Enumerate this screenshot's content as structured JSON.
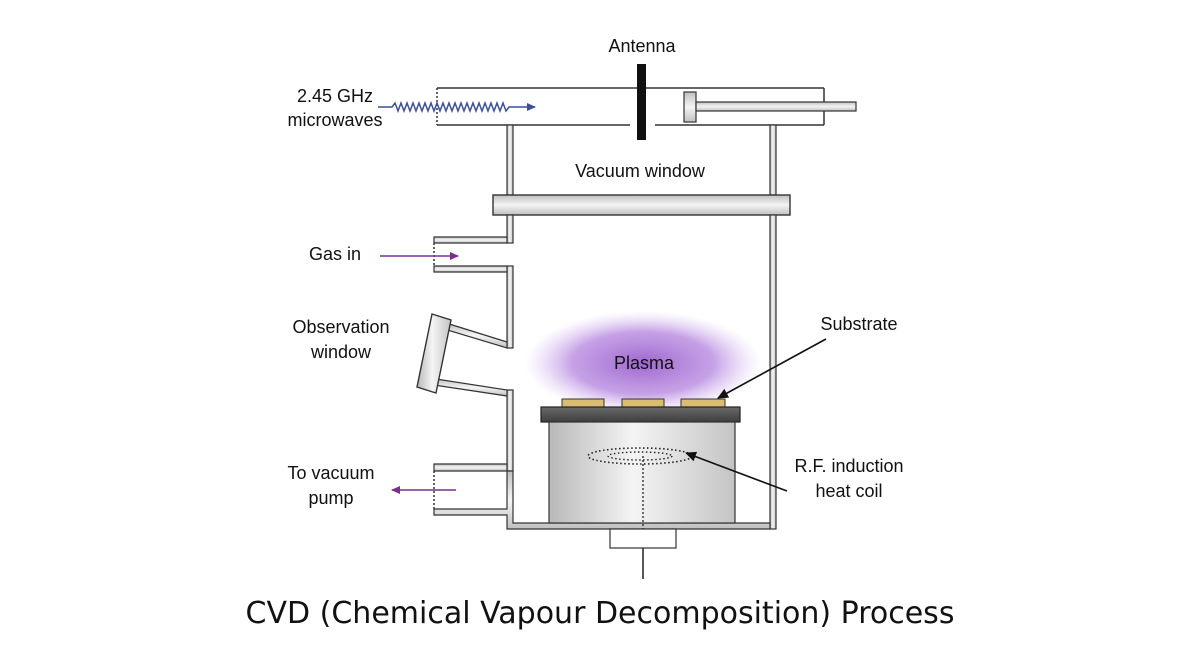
{
  "labels": {
    "antenna": "Antenna",
    "microwaves_line1": "2.45 GHz",
    "microwaves_line2": "microwaves",
    "vacuum_window": "Vacuum window",
    "gas_in": "Gas in",
    "observation_line1": "Observation",
    "observation_line2": "window",
    "substrate": "Substrate",
    "plasma": "Plasma",
    "rf_line1": "R.F. induction",
    "rf_line2": "heat coil",
    "vacuum_pump_line1": "To vacuum",
    "vacuum_pump_line2": "pump"
  },
  "caption": "CVD (Chemical Vapour Decomposition) Process",
  "colors": {
    "line": "#333333",
    "microwave_arrow": "#3a4fa0",
    "gas_arrow": "#7b2d8e",
    "plasma": "#a66fd0",
    "substrate": "#d8bd72",
    "metal_light": "#f2f2f2",
    "metal_dark": "#b8b8b8"
  }
}
